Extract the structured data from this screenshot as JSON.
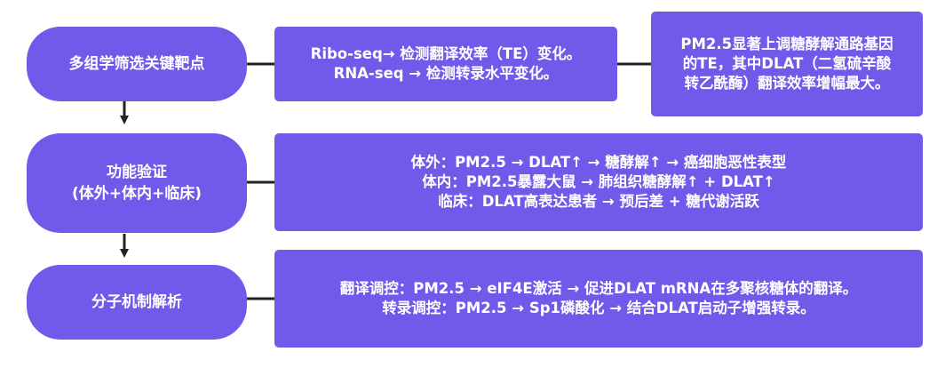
{
  "rows": [
    {
      "label_lines": [
        "多组学筛选关键靶点"
      ],
      "detail_lines": [
        "Ribo-seq→ 检测翻译效率（TE）变化。",
        "RNA-seq → 检测转录水平变化。"
      ],
      "result_lines": [
        "PM2.5显著上调糖酵解通路基因",
        "的TE，其中DLAT（二氢硫辛酸",
        "转乙酰酶）翻译效率增幅最大。"
      ]
    },
    {
      "label_lines": [
        "功能验证",
        "(体外+体内+临床)"
      ],
      "detail_lines": [
        "体外：PM2.5 → DLAT↑ → 糖酵解↑ → 癌细胞恶性表型",
        "体内：PM2.5暴露大鼠 → 肺组织糖酵解↑ + DLAT↑",
        "临床：DLAT高表达患者 → 预后差 + 糖代谢活跃"
      ]
    },
    {
      "label_lines": [
        "分子机制解析"
      ],
      "detail_lines": [
        "翻译调控：PM2.5 → eIF4E激活 → 促进DLAT mRNA在多聚核糖体的翻译。",
        "转录调控：PM2.5 → Sp1磷酸化 → 结合DLAT启动子增强转录。"
      ]
    }
  ],
  "colors": {
    "node_fill": "#7159EA",
    "connector": "#222222",
    "text": "#ffffff"
  }
}
